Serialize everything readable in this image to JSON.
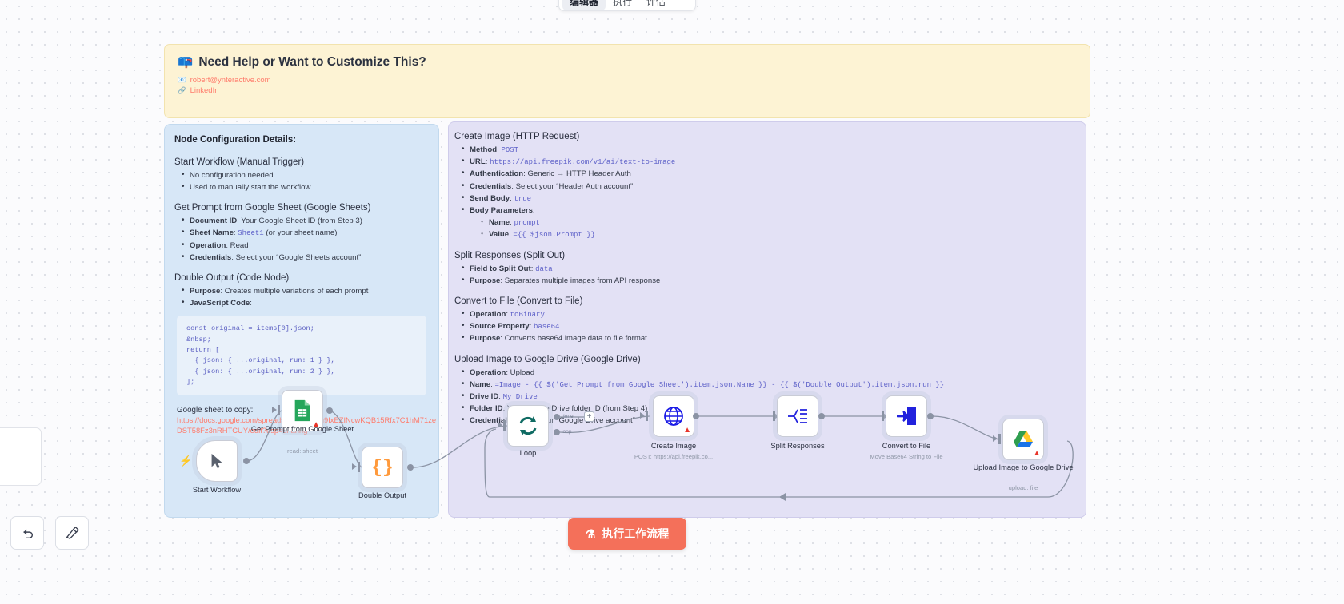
{
  "tabs": [
    {
      "label": "编辑器",
      "active": true
    },
    {
      "label": "执行",
      "active": false
    },
    {
      "label": "评估",
      "active": false
    }
  ],
  "help": {
    "icon": "mailbox-icon",
    "title": "Need Help or Want to Customize This?",
    "email_icon": "envelope-icon",
    "email": "robert@ynteractive.com",
    "link_icon": "link-icon",
    "linkedin": "LinkedIn"
  },
  "left_panel": {
    "heading": "Node Configuration Details:",
    "sections": [
      {
        "title": "Start Workflow (Manual Trigger)",
        "items": [
          {
            "text": "No configuration needed"
          },
          {
            "text": "Used to manually start the workflow"
          }
        ]
      },
      {
        "title": "Get Prompt from Google Sheet (Google Sheets)",
        "items": [
          {
            "key": "Document ID",
            "text": ": Your Google Sheet ID (from Step 3)"
          },
          {
            "key": "Sheet Name",
            "text": ": ",
            "code": "Sheet1",
            "tail": " (or your sheet name)"
          },
          {
            "key": "Operation",
            "text": ": Read"
          },
          {
            "key": "Credentials",
            "text": ": Select your “Google Sheets account”"
          }
        ]
      },
      {
        "title": "Double Output (Code Node)",
        "items": [
          {
            "key": "Purpose",
            "text": ": Creates multiple variations of each prompt"
          },
          {
            "key": "JavaScript Code",
            "text": ":"
          }
        ]
      }
    ],
    "code": "const original = items[0].json;\n&nbsp;\nreturn [\n  { json: { ...original, run: 1 } },\n  { json: { ...original, run: 2 } },\n];",
    "sheet_lead": "Google sheet to copy:",
    "sheet_url": "https://docs.google.com/spreadsheets/d/1_u9IxEZINcwKQB15Rfx7C1hM71zeDST58Fz3nRHTCUY/edit?usp=sharing"
  },
  "right_panel": {
    "sections": [
      {
        "title": "Create Image (HTTP Request)",
        "items": [
          {
            "key": "Method",
            "text": ": ",
            "code": "POST"
          },
          {
            "key": "URL",
            "text": ": ",
            "code": "https://api.freepik.com/v1/ai/text-to-image"
          },
          {
            "key": "Authentication",
            "text": ": Generic → HTTP Header Auth"
          },
          {
            "key": "Credentials",
            "text": ": Select your “Header Auth account”"
          },
          {
            "key": "Send Body",
            "text": ": ",
            "code": "true"
          },
          {
            "key": "Body Parameters",
            "text": ":",
            "sub": [
              {
                "key": "Name",
                "text": ": ",
                "code": "prompt"
              },
              {
                "key": "Value",
                "text": ": ",
                "code": "={{ $json.Prompt }}"
              }
            ]
          }
        ]
      },
      {
        "title": "Split Responses (Split Out)",
        "items": [
          {
            "key": "Field to Split Out",
            "text": ": ",
            "code": "data"
          },
          {
            "key": "Purpose",
            "text": ": Separates multiple images from API response"
          }
        ]
      },
      {
        "title": "Convert to File (Convert to File)",
        "items": [
          {
            "key": "Operation",
            "text": ": ",
            "code": "toBinary"
          },
          {
            "key": "Source Property",
            "text": ": ",
            "code": "base64"
          },
          {
            "key": "Purpose",
            "text": ": Converts base64 image data to file format"
          }
        ]
      },
      {
        "title": "Upload Image to Google Drive (Google Drive)",
        "items": [
          {
            "key": "Operation",
            "text": ": Upload"
          },
          {
            "key": "Name",
            "text": ": ",
            "code": "=Image - {{ $('Get Prompt from Google Sheet').item.json.Name }} - {{ $('Double Output').item.json.run }}"
          },
          {
            "key": "Drive ID",
            "text": ": ",
            "code": "My Drive"
          },
          {
            "key": "Folder ID",
            "text": ": Your Google Drive folder ID (from Step 4)"
          },
          {
            "key": "Credentials",
            "text": ": Select your “Google Drive account”"
          }
        ]
      }
    ]
  },
  "workflow": {
    "nodes": [
      {
        "id": "start",
        "label": "Start Workflow",
        "sub": "",
        "icon": "cursor-icon"
      },
      {
        "id": "sheets",
        "label": "Get Prompt from Google Sheet",
        "sub": "read: sheet",
        "icon": "google-sheets-icon"
      },
      {
        "id": "code",
        "label": "Double Output",
        "sub": "",
        "icon": "braces-icon"
      },
      {
        "id": "loop",
        "label": "Loop",
        "sub": "",
        "icon": "loop-icon"
      },
      {
        "id": "http",
        "label": "Create Image",
        "sub": "POST: https://api.freepik.co...",
        "icon": "globe-icon"
      },
      {
        "id": "split",
        "label": "Split Responses",
        "sub": "",
        "icon": "split-out-icon"
      },
      {
        "id": "tofile",
        "label": "Convert to File",
        "sub": "Move Base64 String to File",
        "icon": "convert-file-icon"
      },
      {
        "id": "drive",
        "label": "Upload Image to Google Drive",
        "sub": "upload: file",
        "icon": "google-drive-icon"
      }
    ],
    "ports": {
      "done": "done",
      "loop": "loop",
      "plus": "+"
    }
  },
  "controls": {
    "undo_icon": "undo-icon",
    "reset_icon": "reset-zoom-icon"
  },
  "execute": {
    "icon": "flask-icon",
    "label": "执行工作流程"
  },
  "colors": {
    "accent": "#f4705a",
    "banner_bg": "#fdf3d4",
    "left_panel_bg": "#d7e7f7",
    "right_panel_bg": "#e3e1f5",
    "code_text": "#5f62c9"
  }
}
